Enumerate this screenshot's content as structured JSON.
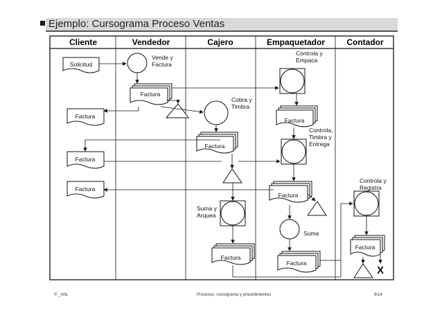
{
  "slide": {
    "title": "Ejemplo: Cursograma Proceso Ventas",
    "footer_left": "© _mfa",
    "footer_center": "Procesos, cursograma y procedimientos",
    "footer_right": "9/14"
  },
  "diagram": {
    "lanes": [
      "Cliente",
      "Vendedor",
      "Cajero",
      "Empaquetador",
      "Contador"
    ],
    "documents": {
      "solicitud": "Solicitud",
      "factura": "Factura"
    },
    "operations": {
      "vende_factura": [
        "Vende y",
        "Factura"
      ],
      "cobra_timbra": [
        "Cobra y",
        "Timbra"
      ],
      "controla_empaca": [
        "Controla y",
        "Empaca"
      ],
      "controla_timbra_entrega": [
        "Controla,",
        "Timbra y",
        "Entrega"
      ],
      "suma_arquea": [
        "Suma y",
        "Arquea"
      ],
      "suma": [
        "Suma"
      ],
      "controla_registra": [
        "Controla y",
        "Registra"
      ]
    },
    "end_mark": "X"
  }
}
